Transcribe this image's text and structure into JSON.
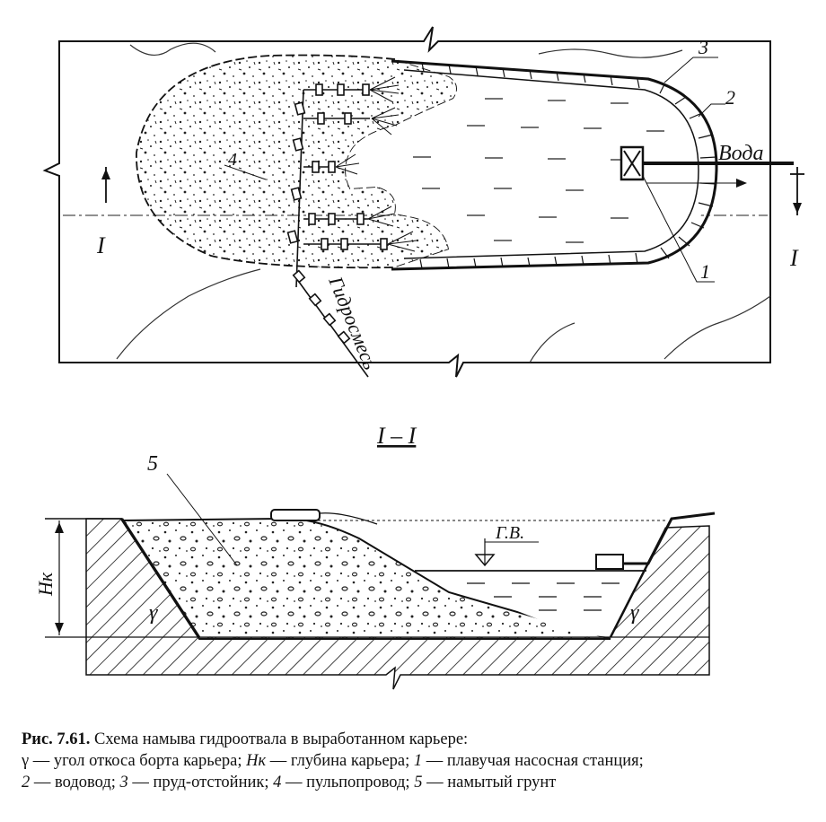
{
  "plan": {
    "labels": {
      "n1": "1",
      "n2": "2",
      "n3": "3",
      "n4": "4",
      "water": "Вода",
      "pulp": "Гидросмесь",
      "sec_a": "I",
      "sec_b": "I"
    }
  },
  "section": {
    "title": "I – I",
    "labels": {
      "n5": "5",
      "depth": "Hк",
      "gamma1": "γ",
      "gamma2": "γ",
      "level": "Г.В."
    }
  },
  "caption": {
    "fig_no": "Рис. 7.61.",
    "title": "Схема намыва гидроотвала в выработанном карьере:",
    "row2_a": "γ — угол откоса борта карьера;",
    "row2_hk": "Hк",
    "row2_b": "— глубина карьера;",
    "row2_n1": "1",
    "row2_c": "— плавучая насосная станция;",
    "row3_n2": "2",
    "row3_a": "— водовод;",
    "row3_n3": "3",
    "row3_b": "— пруд-отстойник;",
    "row3_n4": "4",
    "row3_c": "— пульпопровод;",
    "row3_n5": "5",
    "row3_d": "— намытый грунт"
  }
}
